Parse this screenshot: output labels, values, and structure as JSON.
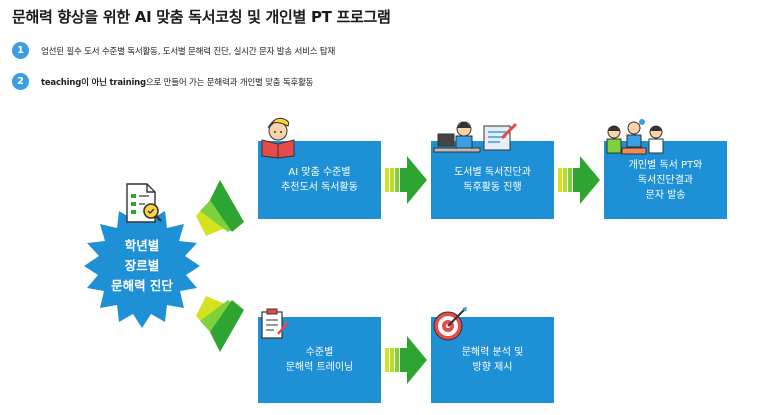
{
  "title": "문해력 향상을 위한 AI 맞춤 독서코칭 및 개인별 PT 프로그램",
  "bullets": [
    {
      "num": "1",
      "text": "엄선된 필수 도서 수준별 독서활동, 도서별 문해력 진단, 실시간 문자 발송 서비스 탑재"
    },
    {
      "num": "2",
      "bold": "teaching이 아닌 training",
      "text": "으로 만들어 가는 문해력과 개인별 맞춤 독후활동"
    }
  ],
  "center": {
    "text": "학년별\n장르별\n문해력 진단"
  },
  "boxes": {
    "top1": "AI 맞춤 수준별\n추천도서 독서활동",
    "top2": "도서별 독서진단과\n독후활동 진행",
    "top3": "개인별 독서 PT와\n독서진단결과\n문자 발송",
    "bot1": "수준별\n문해력 트레이닝",
    "bot2": "문해력 분석 및\n방향 제시"
  },
  "colors": {
    "blue": "#1e90d6",
    "accent": "#3a9ee4",
    "arrow_green": "#2fa531",
    "arrow_light": "#7dd13a",
    "arrow_yellow": "#d4e21f"
  },
  "icons": [
    "document-check-icon",
    "reading-kid-icon",
    "computer-study-icon",
    "group-study-icon",
    "clipboard-icon",
    "target-icon"
  ]
}
